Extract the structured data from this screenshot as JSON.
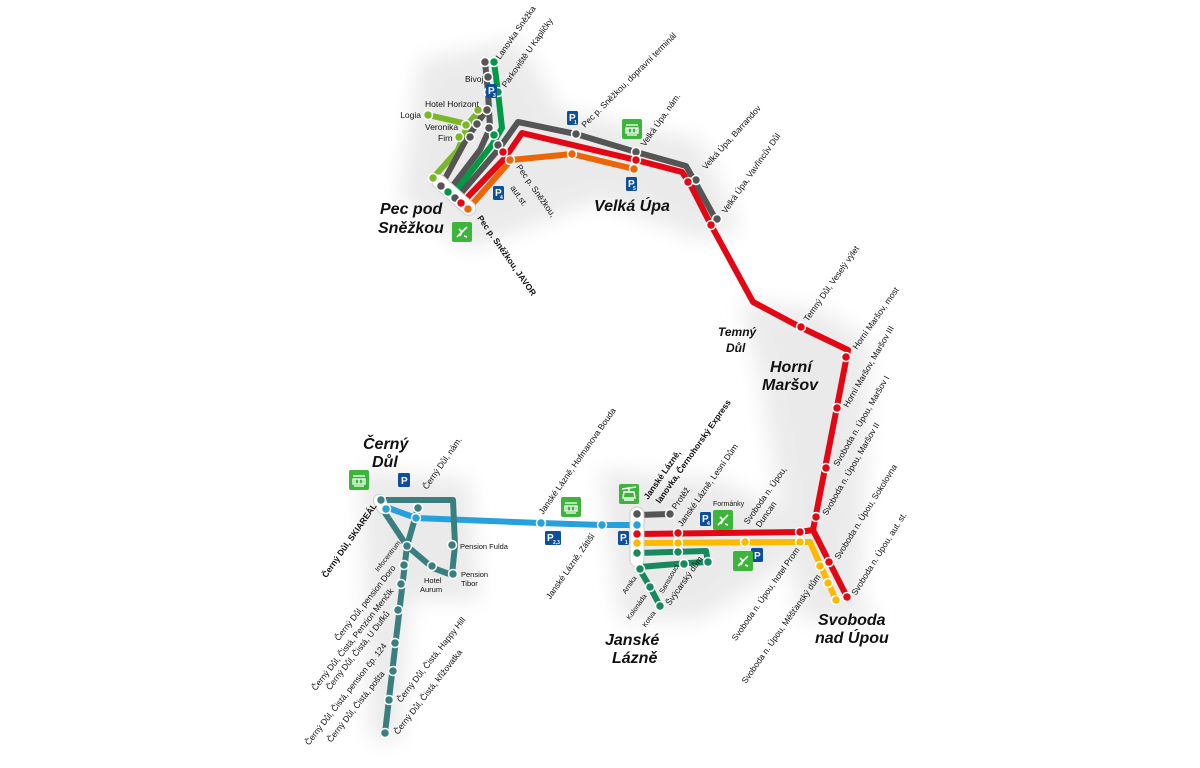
{
  "colors": {
    "red": "#e30613",
    "grey": "#555555",
    "green": "#009a44",
    "lightgreen": "#7ab829",
    "orange": "#ec6608",
    "yellow": "#fbb900",
    "blue": "#27a0de",
    "teal": "#3a7f80",
    "darkgreen": "#168a5e",
    "parking": "#0d4f9c",
    "icon_green": "#3db53a"
  },
  "towns": {
    "pec": [
      "Pec pod",
      "Sněžkou"
    ],
    "velka_upa": "Velká Úpa",
    "temny_dul": [
      "Temný",
      "Důl"
    ],
    "horni_marsov": [
      "Horní",
      "Maršov"
    ],
    "cerny_dul": [
      "Černý",
      "Důl"
    ],
    "janske_lazne": [
      "Janské",
      "Lázně"
    ],
    "svoboda": [
      "Svoboda",
      "nad Úpou"
    ]
  },
  "stops": {
    "lanovka_snezka": "Lanovka Sněžka",
    "parkoviste": "Parkoviště U Kapličky",
    "bivoj": "Bivoj",
    "hotel_horizont": "Hotel Horizont",
    "logia": "Logia",
    "veronika": "Veronika",
    "firn": "Firn",
    "pec_terminal": "Pec p. Sněžkou, dopravní terminál",
    "velka_upa_nam": "Velká Úpa, nám.",
    "velka_upa_barrandov": "Velká Úpa, Barrandov",
    "velka_upa_vavrincuv": "Velká Úpa, Vavřincův Důl",
    "pec_autst": [
      "Pec p. Sněžkou,",
      "aut.st."
    ],
    "pec_javor": "Pec p. Sněžkou, JAVOR",
    "temny_dul_vesely": "Temný Důl, Veselý výlet",
    "hm_most": "Horní Maršov, most",
    "hm_marsov3": "Horní Maršov, Maršov III",
    "sv_marsov2": "Svoboda n. Úpou, Maršov II",
    "sv_marsov1": "Svoboda n. Úpou, Maršov I",
    "sv_sokolovna": "Svoboda n. Úpou, Sokolovna",
    "sv_autst": "Svoboda n. Úpou, aut. st.",
    "sv_duncan": [
      "Svoboda n. Úpou,",
      "Duncan"
    ],
    "sv_prom": "Svoboda n. Úpou, hotel Prom",
    "sv_mestansky": "Svoboda n. Úpou, Měšťanský dům",
    "jl_hofmanova": "Janské Lázně, Hofmanova Bouda",
    "jl_zatisi": "Janské Lázně, Zátiší",
    "jl_lanovka": [
      "Janské Lázně,",
      "lanovka, Černohorský Express"
    ],
    "protez": "Protěž",
    "jl_lesni": "Janské Lázně, Lesní Dům",
    "formanky": "Formánky",
    "arnika": "Arnika",
    "kolonada": "Kolonáda",
    "kotva": "Kotva",
    "sanssouci": "Sanssouci",
    "svycarsky": "Švýcarský dům",
    "cd_nam": "Černý Důl, nám.",
    "cd_skiareal": "Černý Důl, SKIAREÁL",
    "infocentrum": "Infocentrum",
    "pension_fulda": "Pension Fulda",
    "pension_tibor": [
      "Pension",
      "Tibor"
    ],
    "hotel_aurum": [
      "Hotel",
      "Aurum"
    ],
    "cd_doro": "Černý Důl, pension Doro",
    "cd_mencik": "Černý Důl, Čistá, Penzion Menčík",
    "cd_dufku": "Černý Důl, Čistá, U Dufků",
    "cd_124": "Černý Důl, Čistá, pension čp. 124",
    "cd_posta": "Černý Důl, Čistá, pošta",
    "cd_happy": "Černý Důl, Čistá, Happy Hill",
    "cd_krizovatka": "Černý Důl, Čistá, křižovatka"
  },
  "parking": {
    "letter": "P",
    "p1": "1",
    "p3": "3",
    "p4": "4",
    "p5": "5",
    "p23": "2,3"
  }
}
